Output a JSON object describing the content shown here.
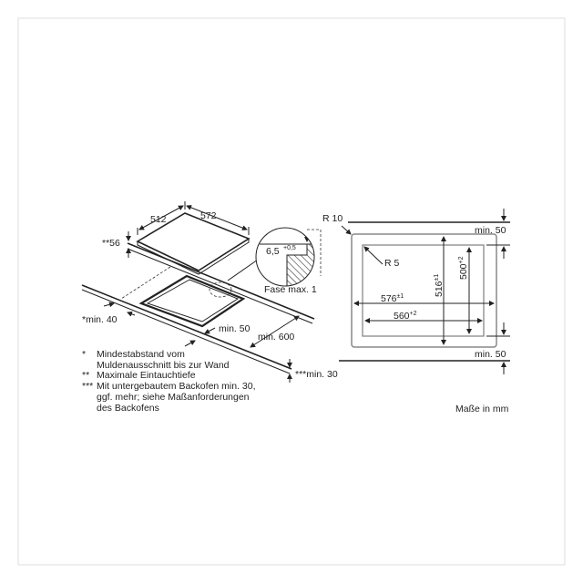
{
  "hob": {
    "depth": "512",
    "width": "572",
    "insertion_depth": "**56",
    "wall_distance": "*min. 40",
    "front_distance": "min. 50",
    "worktop_depth": "min. 600",
    "worktop_thickness": "***min. 30"
  },
  "detail": {
    "dimension": "6,5",
    "tolerance": "+0,5",
    "chamfer": "Fase max. 1"
  },
  "cutout": {
    "outer_radius": "R 10",
    "inner_radius": "R 5",
    "top_clearance": "min. 50",
    "bottom_clearance": "min. 50",
    "outer_width": "576",
    "outer_width_tol": "±1",
    "inner_width": "560",
    "inner_width_tol": "+2",
    "outer_depth": "516",
    "outer_depth_tol": "±1",
    "inner_depth": "500",
    "inner_depth_tol": "+2"
  },
  "notes": [
    {
      "mark": "*",
      "lines": [
        "Mindestabstand vom",
        "Muldenausschnitt bis zur Wand"
      ]
    },
    {
      "mark": "**",
      "lines": [
        "Maximale Eintauchtiefe"
      ]
    },
    {
      "mark": "***",
      "lines": [
        "Mit untergebautem Backofen min. 30,",
        "ggf. mehr; siehe Maßanforderungen",
        "des Backofens"
      ]
    }
  ],
  "units": "Maße in mm"
}
